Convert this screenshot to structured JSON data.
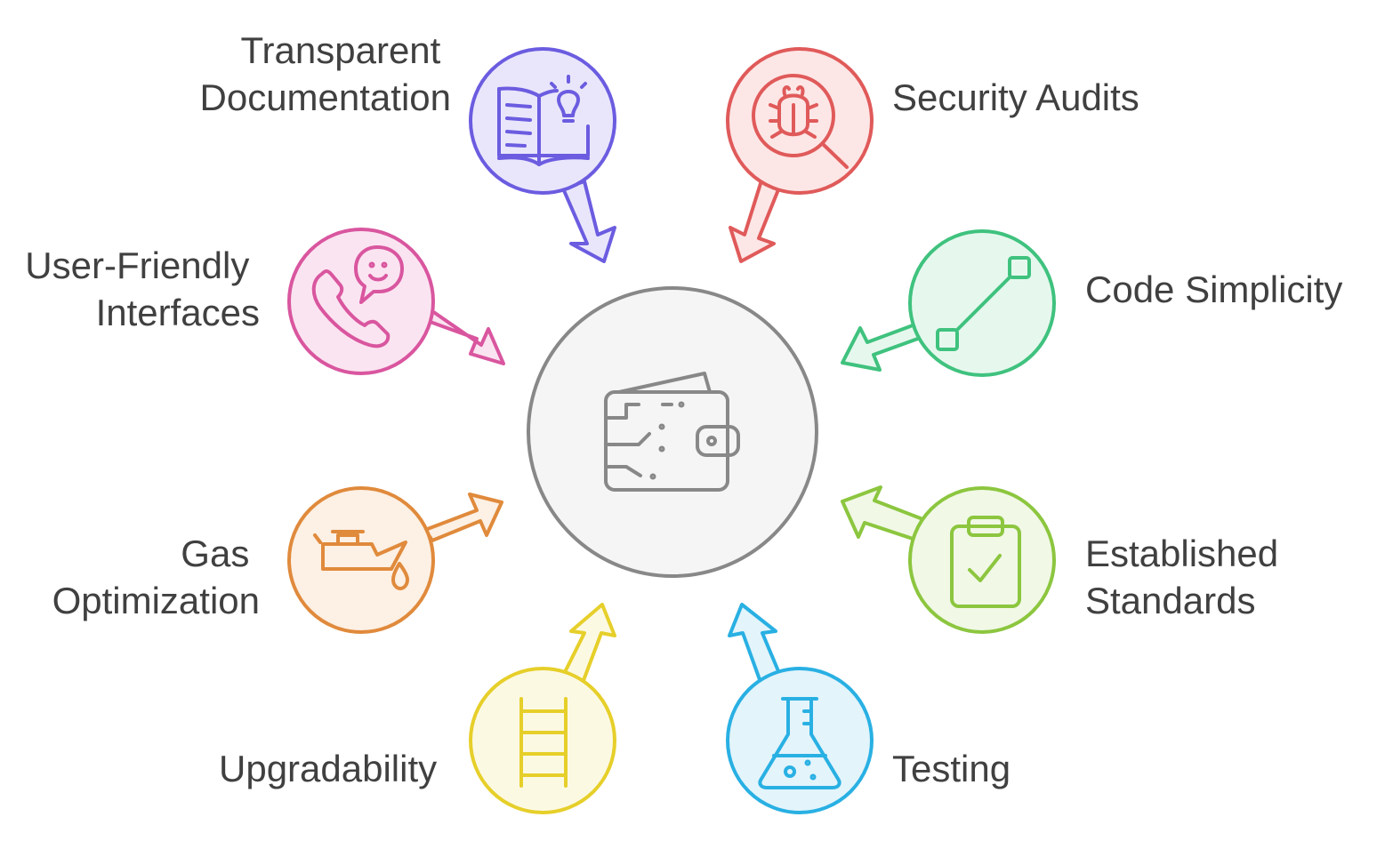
{
  "center": {
    "icon": "wallet-icon",
    "fill": "#f5f5f5",
    "stroke": "#888888"
  },
  "items": [
    {
      "id": "transparent-documentation",
      "lines": [
        "Transparent",
        "Documentation"
      ],
      "icon": "book-lightbulb-icon",
      "stroke": "#6b5ce0",
      "fill": "#e9e6fb"
    },
    {
      "id": "security-audits",
      "lines": [
        "Security Audits"
      ],
      "icon": "bug-search-icon",
      "stroke": "#e05a5a",
      "fill": "#fde6e6"
    },
    {
      "id": "user-friendly-interfaces",
      "lines": [
        "User-Friendly",
        "Interfaces"
      ],
      "icon": "phone-chat-icon",
      "stroke": "#d9569f",
      "fill": "#fbe4f1"
    },
    {
      "id": "code-simplicity",
      "lines": [
        "Code Simplicity"
      ],
      "icon": "line-segment-icon",
      "stroke": "#3fc27e",
      "fill": "#e6f8ee"
    },
    {
      "id": "gas-optimization",
      "lines": [
        "Gas",
        "Optimization"
      ],
      "icon": "oil-can-icon",
      "stroke": "#e08a3c",
      "fill": "#fdf0e4"
    },
    {
      "id": "established-standards",
      "lines": [
        "Established",
        "Standards"
      ],
      "icon": "clipboard-check-icon",
      "stroke": "#8cc63f",
      "fill": "#f1f8e6"
    },
    {
      "id": "upgradability",
      "lines": [
        "Upgradability"
      ],
      "icon": "ladder-icon",
      "stroke": "#e6cf2a",
      "fill": "#fcf9e3"
    },
    {
      "id": "testing",
      "lines": [
        "Testing"
      ],
      "icon": "flask-icon",
      "stroke": "#29b0e3",
      "fill": "#e3f4fb"
    }
  ]
}
